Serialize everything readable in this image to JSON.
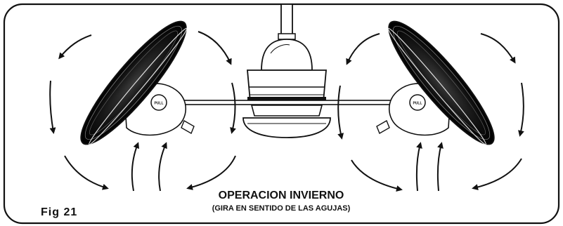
{
  "figure": {
    "label": "Fig 21",
    "title": "OPERACION INVIERNO",
    "subtitle": "(GIRA EN SENTIDO DE LAS AGUJAS)",
    "pull_left": "PULL",
    "pull_right": "PULL"
  },
  "icons": [
    "ceiling-fan-motor-icon",
    "fan-head-icon",
    "airflow-arrow-icon"
  ],
  "colors": {
    "ink": "#111111",
    "background": "#ffffff"
  }
}
